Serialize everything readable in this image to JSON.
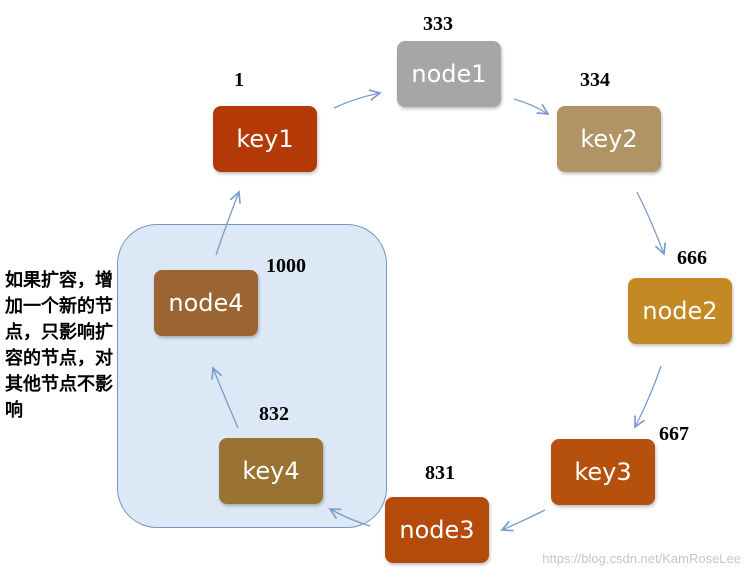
{
  "diagram": {
    "nodes": {
      "key1": {
        "label": "key1",
        "hash": "1",
        "color": "#b33a07"
      },
      "node1": {
        "label": "node1",
        "hash": "333",
        "color": "#a6a6a6"
      },
      "key2": {
        "label": "key2",
        "hash": "334",
        "color": "#b09466"
      },
      "node2": {
        "label": "node2",
        "hash": "666",
        "color": "#c38a24"
      },
      "key3": {
        "label": "key3",
        "hash": "667",
        "color": "#b6500d"
      },
      "node3": {
        "label": "node3",
        "hash": "831",
        "color": "#b54b0b"
      },
      "key4": {
        "label": "key4",
        "hash": "832",
        "color": "#9a7332"
      },
      "node4": {
        "label": "node4",
        "hash": "1000",
        "color": "#9a6532"
      }
    },
    "highlight_color": "#dce8f5",
    "arrow_color": "#7b9ccc"
  },
  "note": "如果扩容，增加一个新的节点，只影响扩容的节点，对其他节点不影响",
  "watermark": "https://blog.csdn.net/KamRoseLee"
}
